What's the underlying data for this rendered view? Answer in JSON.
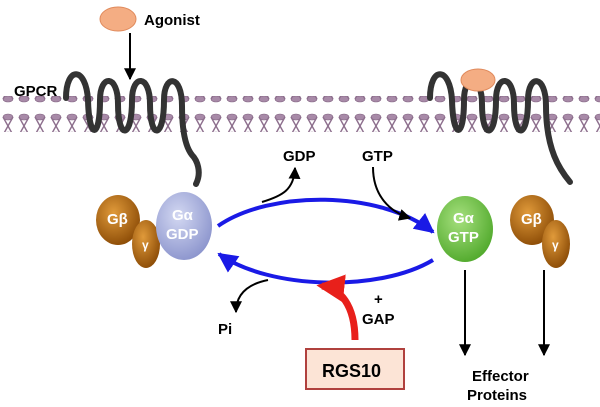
{
  "labels": {
    "agonist": "Agonist",
    "gpcr": "GPCR",
    "gdp": "GDP",
    "gtp": "GTP",
    "pi": "Pi",
    "plus_gap": "+",
    "gap": "GAP",
    "rgs10": "RGS10",
    "effector_line1": "Effector",
    "effector_line2": "Proteins"
  },
  "left_complex": {
    "g_alpha_line1": "Gα",
    "g_alpha_line2": "GDP",
    "g_beta": "Gβ",
    "g_gamma": "γ"
  },
  "right_complex": {
    "g_alpha_line1": "Gα",
    "g_alpha_line2": "GTP",
    "g_beta": "Gβ",
    "g_gamma": "γ"
  },
  "colors": {
    "membrane": "#b59ab5",
    "membrane_dark": "#8d6f8d",
    "receptor": "#3b3b3b",
    "agonist": "#f4ad83",
    "g_alpha_gdp": "#a9b2e0",
    "g_alpha_gtp": "#79c94f",
    "g_beta_gamma": "#b8670a",
    "cycle_arrow": "#1a1ae6",
    "rgs_arrow": "#e8201b",
    "rgs_box_fill": "#fce4d6",
    "rgs_box_border": "#b0413e"
  }
}
